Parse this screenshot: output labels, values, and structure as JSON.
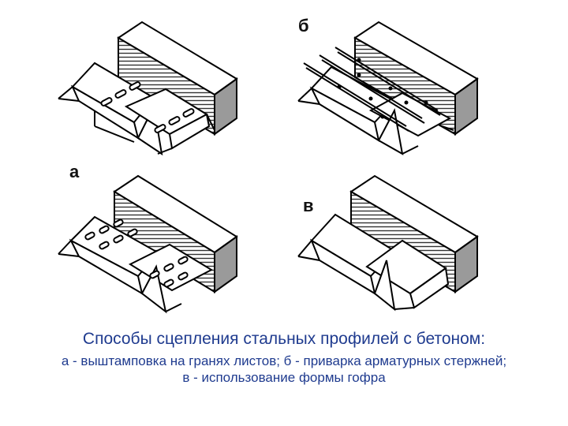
{
  "labels": {
    "a": "а",
    "b": "б",
    "v": "в"
  },
  "caption": {
    "title": "Способы сцепления стальных профилей с бетоном:",
    "line1": "а - выштамповка на гранях листов; б - приварка арматурных стержней;",
    "line2": "в - использование формы гофра"
  },
  "colors": {
    "caption": "#1f3b8f",
    "concrete_side": "#9a9a9a",
    "hatch": "#333333"
  }
}
